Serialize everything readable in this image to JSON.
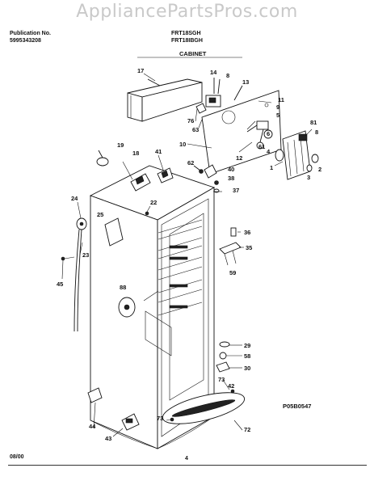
{
  "watermark": "AppliancePartsPros.com",
  "header": {
    "publication_label": "Publication No.",
    "publication_number": "5995343208",
    "models": [
      "FRT18SGH",
      "FRT18IBGH"
    ],
    "section": "CABINET"
  },
  "diagram_reference": "P05B0547",
  "footer": {
    "date": "08/00",
    "page": "4"
  },
  "callouts": {
    "c17": "17",
    "c14": "14",
    "c8a": "8",
    "c13": "13",
    "c76": "76",
    "c63": "63",
    "c11": "11",
    "c9": "9",
    "c5": "5",
    "c10": "10",
    "c6": "6",
    "c81": "81",
    "c4": "4",
    "c12": "12",
    "c61": "61",
    "c1": "1",
    "c2": "2",
    "c3": "3",
    "c8b": "8",
    "c19": "19",
    "c18": "18",
    "c41": "41",
    "c62": "62",
    "c40": "40",
    "c38": "38",
    "c37": "37",
    "c22": "22",
    "c24": "24",
    "c25": "25",
    "c23": "23",
    "c45": "45",
    "c36": "36",
    "c35": "35",
    "c59": "59",
    "c88": "88",
    "c29": "29",
    "c58": "58",
    "c30": "30",
    "c73a": "73",
    "c42": "42",
    "c44": "44",
    "c73b": "73",
    "c72": "72",
    "c43": "43"
  }
}
